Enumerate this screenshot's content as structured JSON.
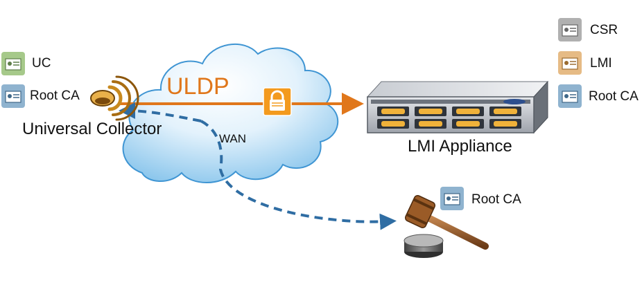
{
  "labels": {
    "uc_cert": "UC",
    "uc_root_ca": "Root CA",
    "collector": "Universal Collector",
    "protocol": "ULDP",
    "network": "WAN",
    "appliance": "LMI Appliance",
    "csr_cert": "CSR",
    "lmi_cert": "LMI",
    "lmi_root_ca": "Root CA",
    "ca_root_ca": "Root CA"
  },
  "colors": {
    "protocol_arrow": "#e0771b",
    "wan_arrow": "#2f6da3",
    "cert_green": "#a6c98a",
    "cert_blue": "#8fb3cf",
    "cert_gray": "#b0b0b0",
    "cert_tan": "#e6bb85",
    "lock": "#f39a1e"
  },
  "icons": {
    "certificate": "certificate-icon",
    "collector": "antenna-icon",
    "appliance": "server-rack-icon",
    "lock": "padlock-icon",
    "authority": "gavel-icon"
  }
}
